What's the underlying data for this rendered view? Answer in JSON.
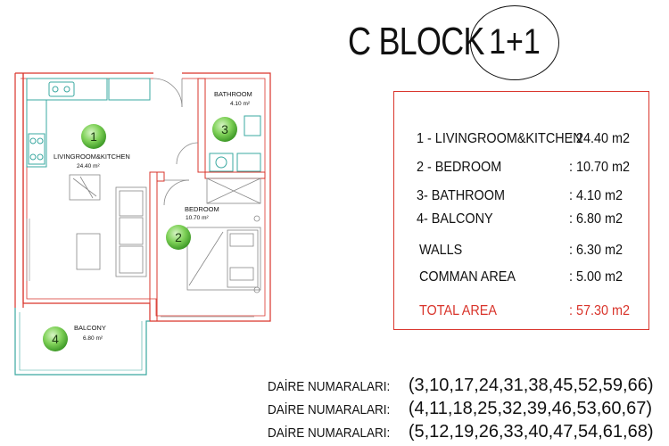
{
  "header": {
    "title": "C BLOCK",
    "unit_type": "1+1"
  },
  "rooms": [
    {
      "number": "1",
      "name": "LIVINGROOM&KITCHEN",
      "area": "24.40 m²"
    },
    {
      "number": "2",
      "name": "BEDROOM",
      "area": "10.70 m²"
    },
    {
      "number": "3",
      "name": "BATHROOM",
      "area": "4.10 m²"
    },
    {
      "number": "4",
      "name": "BALCONY",
      "area": "6.80 m²"
    }
  ],
  "areas_table": [
    {
      "label": "1 - LIVINGROOM&KITCHEN",
      "value": ": 24.40 m2"
    },
    {
      "label": "2 - BEDROOM",
      "value": ": 10.70 m2"
    },
    {
      "label": "3- BATHROOM",
      "value": ": 4.10 m2"
    },
    {
      "label": "4- BALCONY",
      "value": ": 6.80 m2"
    },
    {
      "label": "WALLS",
      "value": ": 6.30 m2"
    },
    {
      "label": "COMMAN AREA",
      "value": ": 5.00 m2"
    },
    {
      "label": "TOTAL AREA",
      "value": ": 57.30 m2"
    }
  ],
  "daire": [
    {
      "label": "DAİRE NUMARALARI:",
      "numbers": "(3,10,17,24,31,38,45,52,59,66)"
    },
    {
      "label": "DAİRE NUMARALARI:",
      "numbers": "(4,11,18,25,32,39,46,53,60,67)"
    },
    {
      "label": "DAİRE NUMARALARI:",
      "numbers": "(5,12,19,26,33,40,47,54,61,68)"
    }
  ],
  "colors": {
    "wall": "#d9342b",
    "badge": "#5fbf3a",
    "fixture": "#3aa8a0",
    "total": "#d9342b"
  }
}
